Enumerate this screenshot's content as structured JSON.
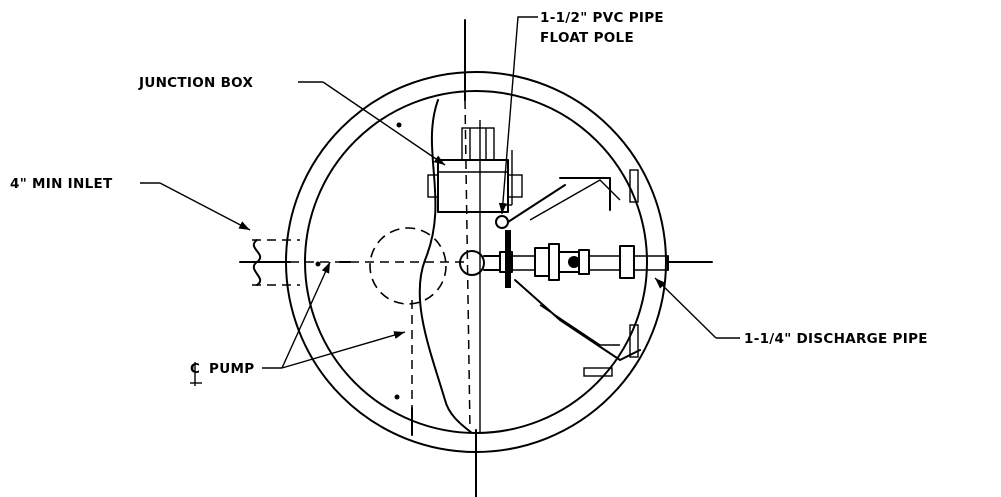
{
  "labels": {
    "pvc_pipe_line1": "1-1/2\" PVC PIPE",
    "pvc_pipe_line2": "FLOAT POLE",
    "junction_box": "JUNCTION BOX",
    "inlet": "4\" MIN INLET",
    "pump_centerline": "PUMP",
    "discharge_pipe": "1-1/4\" DISCHARGE PIPE"
  },
  "colors": {
    "ink": "#000000",
    "paper": "#ffffff"
  }
}
